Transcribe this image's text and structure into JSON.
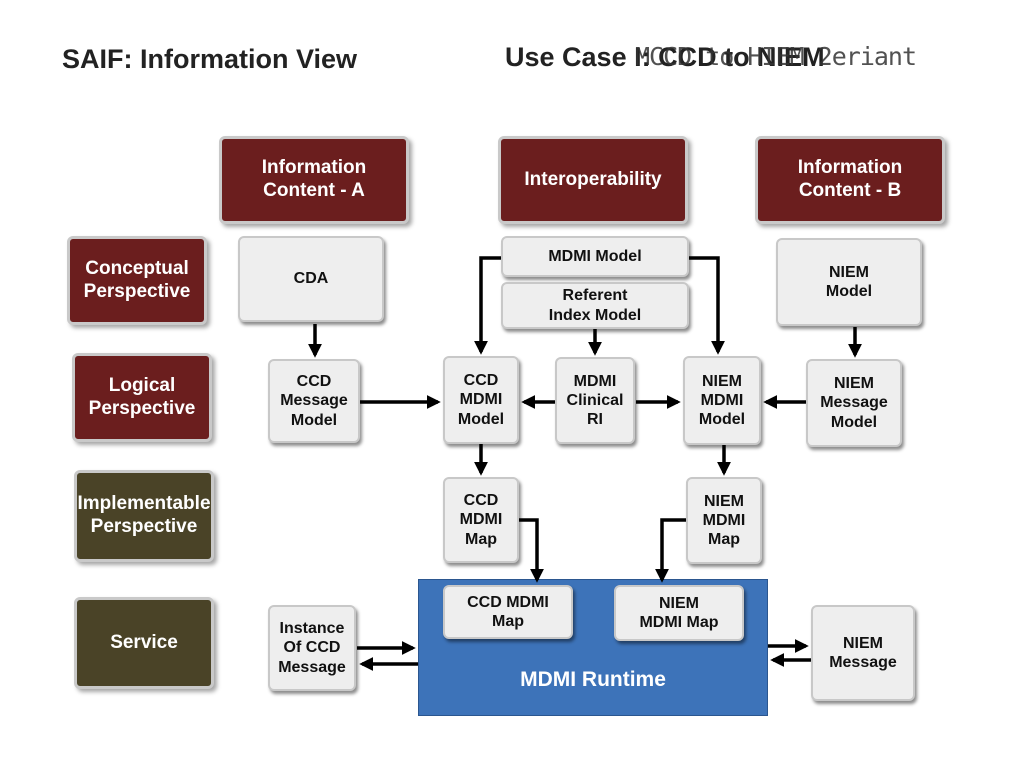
{
  "title_left": "SAIF: Information View",
  "title_right": "Use Case I: CCD to NIEM",
  "title_right_overlay": "MCCD to HIEM 2eriant",
  "headers": {
    "info_a": "Information\nContent  - A",
    "interop": "Interoperability",
    "info_b": "Information\nContent - B"
  },
  "perspectives": {
    "conceptual": "Conceptual\nPerspective",
    "logical": "Logical\nPerspective",
    "implementable": "Implementable\nPerspective",
    "service": "Service"
  },
  "nodes": {
    "cda": "CDA",
    "mdmi_model": "MDMI Model",
    "referent_index": "Referent\nIndex Model",
    "niem_model": "NIEM\nModel",
    "ccd_message_model": "CCD\nMessage\nModel",
    "ccd_mdmi_model": "CCD\nMDMI\nModel",
    "mdmi_clinical_ri": "MDMI\nClinical\nRI",
    "niem_mdmi_model": "NIEM\nMDMI\nModel",
    "niem_message_model": "NIEM\nMessage\nModel",
    "ccd_mdmi_map": "CCD\nMDMI\nMap",
    "niem_mdmi_map": "NIEM\nMDMI\nMap",
    "runtime_ccd_map": "CCD MDMI\nMap",
    "runtime_niem_map": "NIEM\nMDMI Map",
    "instance_ccd": "Instance\nOf CCD\nMessage",
    "niem_message": "NIEM\nMessage"
  },
  "runtime_label": "MDMI Runtime",
  "colors": {
    "header": "#6b1e1e",
    "service": "#4a4327",
    "runtime": "#3d73b9",
    "node": "#eeeeee"
  }
}
